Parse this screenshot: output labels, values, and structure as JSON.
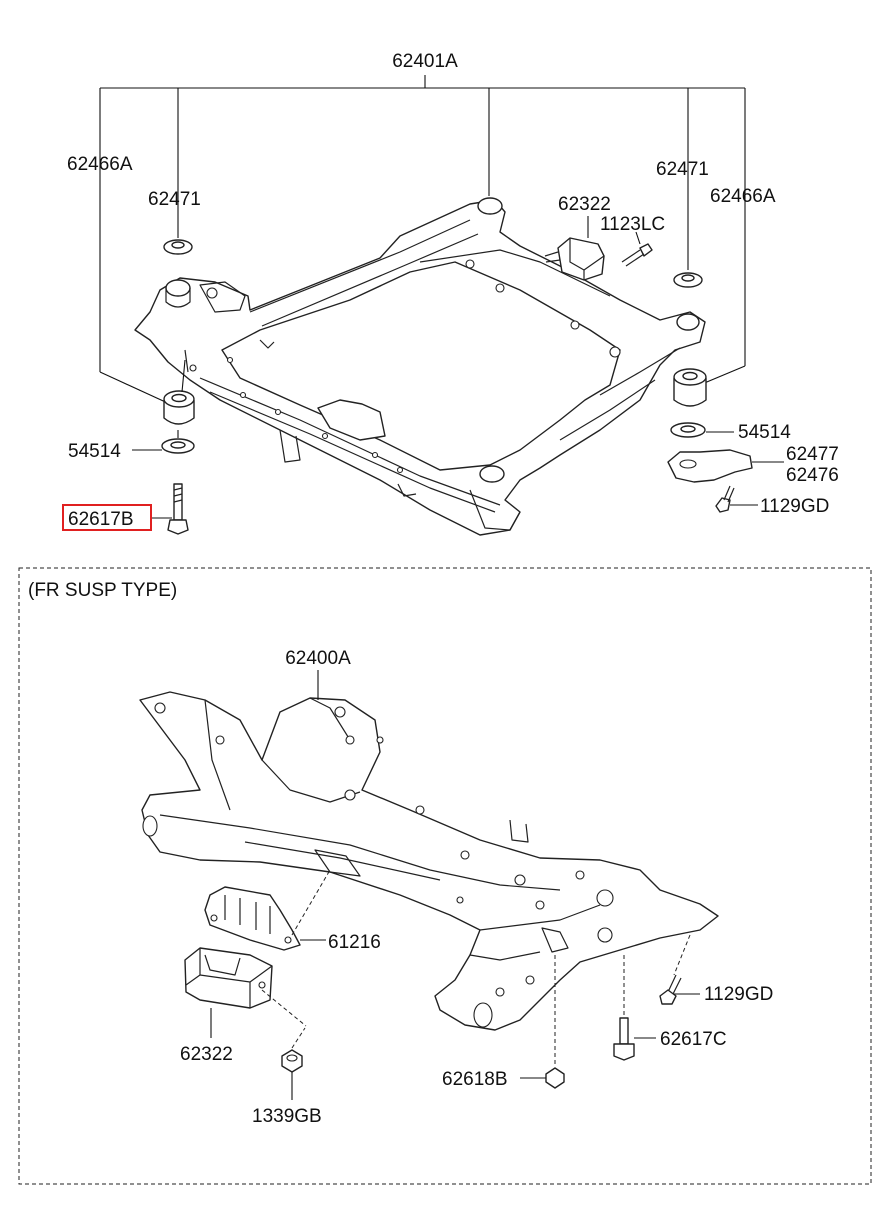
{
  "labels": {
    "main_assy": "62401A",
    "bracket_left": "62466A",
    "bracket_right": "62466A",
    "stopper_left": "62471",
    "stopper_right": "62471",
    "mount_top": "62322",
    "bolt_top": "1123LC",
    "washer_left": "54514",
    "washer_right": "54514",
    "bolt_highlight": "62617B",
    "bracket_a": "62477",
    "bracket_b": "62476",
    "bolt_right": "1129GD"
  },
  "section": {
    "title": "(FR SUSP TYPE)",
    "labels": {
      "assy": "62400A",
      "plate": "61216",
      "mount": "62322",
      "nut": "1339GB",
      "nut_b": "62618B",
      "bolt": "1129GD",
      "bolt_c": "62617C"
    }
  },
  "colors": {
    "highlight": "#e02020",
    "line": "#111111"
  }
}
